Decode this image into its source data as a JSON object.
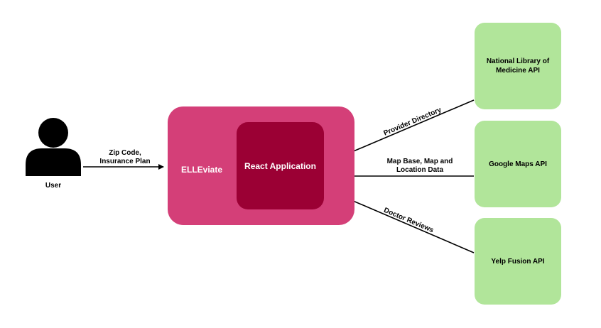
{
  "user": {
    "label": "User",
    "input_label": "Zip Code,\nInsurance Plan"
  },
  "system": {
    "name": "ELLEviate",
    "app": "React Application"
  },
  "apis": [
    {
      "name": "National Library of\nMedicine API",
      "link_label": "Provider Directory"
    },
    {
      "name": "Google Maps API",
      "link_label": "Map Base, Map and\nLocation Data"
    },
    {
      "name": "Yelp Fusion API",
      "link_label": "Doctor Reviews"
    }
  ],
  "colors": {
    "outer": "#d43f78",
    "inner": "#9b0034",
    "api_box": "#b1e59a",
    "arrow": "#000000"
  }
}
